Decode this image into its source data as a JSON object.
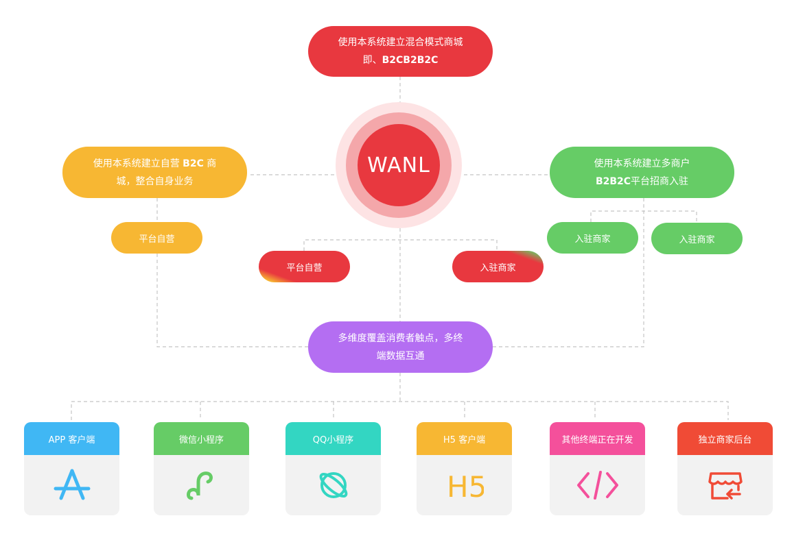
{
  "top_node": {
    "line1": "使用本系统建立混合模式商城",
    "line2_prefix": "即、",
    "line2_bold": "B2CB2B2C"
  },
  "hub": {
    "logo_text": "WANL"
  },
  "left_node": {
    "line1_prefix": "使用本系统建立自营 ",
    "line1_bold": "B2C",
    "line1_suffix": " 商",
    "line2": "城，整合自身业务"
  },
  "right_node": {
    "line1": "使用本系统建立多商户",
    "line2_bold": "B2B2C",
    "line2_suffix": "平台招商入驻"
  },
  "left_child": {
    "label": "平台自营"
  },
  "center_children": [
    {
      "label": "平台自营"
    },
    {
      "label": "入驻商家"
    }
  ],
  "right_children": [
    {
      "label": "入驻商家"
    },
    {
      "label": "入驻商家"
    }
  ],
  "bottom_node": {
    "line1": "多维度覆盖消费者触点，多终",
    "line2": "端数据互通"
  },
  "cards": [
    {
      "title": "APP 客户端",
      "icon": "app-store-icon",
      "color": "#40b7f4"
    },
    {
      "title": "微信小程序",
      "icon": "mini-program-icon",
      "color": "#66cc66"
    },
    {
      "title": "QQ小程序",
      "icon": "planet-icon",
      "color": "#33d6c2"
    },
    {
      "title": "H5 客户端",
      "icon": "h5-icon",
      "color": "#f7b733",
      "icon_text": "H5"
    },
    {
      "title": "其他终端正在开发",
      "icon": "code-icon",
      "color": "#f4509b",
      "icon_text": "</>"
    },
    {
      "title": "独立商家后台",
      "icon": "store-icon",
      "color": "#f04b36"
    }
  ],
  "colors": {
    "red": "#e8383f",
    "orange": "#f7b733",
    "green": "#66cc66",
    "purple": "#b46ef2",
    "line": "#bdbdbd"
  }
}
